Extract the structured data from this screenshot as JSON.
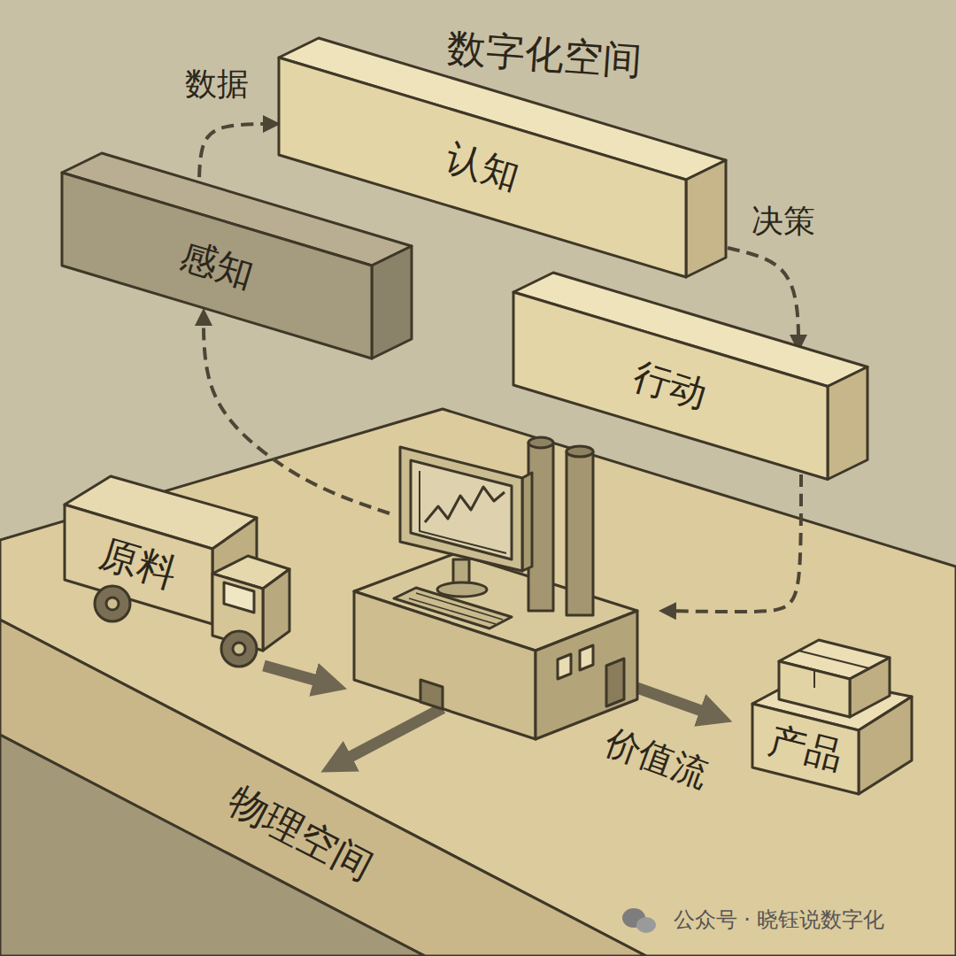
{
  "diagram": {
    "title": "数字化空间",
    "nodes": [
      {
        "text": [
          "认知"
        ]
      },
      {
        "text": [
          "感知"
        ]
      },
      {
        "text": [
          "行动"
        ]
      },
      {
        "text": [
          "物理空间"
        ]
      },
      {
        "text": [
          "原料"
        ],
        "in": 3
      },
      {
        "text": [
          "产品"
        ],
        "in": 3
      }
    ],
    "edges": [
      {
        "from": 3,
        "to": 1,
        "arrow": "to"
      },
      {
        "from": 1,
        "to": 0,
        "label": "数据",
        "arrow": "to"
      },
      {
        "from": 0,
        "to": 2,
        "label": "决策",
        "arrow": "to"
      },
      {
        "from": 2,
        "to": 3,
        "arrow": "to"
      }
    ],
    "labels": [
      "价值流",
      "公众号 · 晓钰说数字化"
    ]
  }
}
